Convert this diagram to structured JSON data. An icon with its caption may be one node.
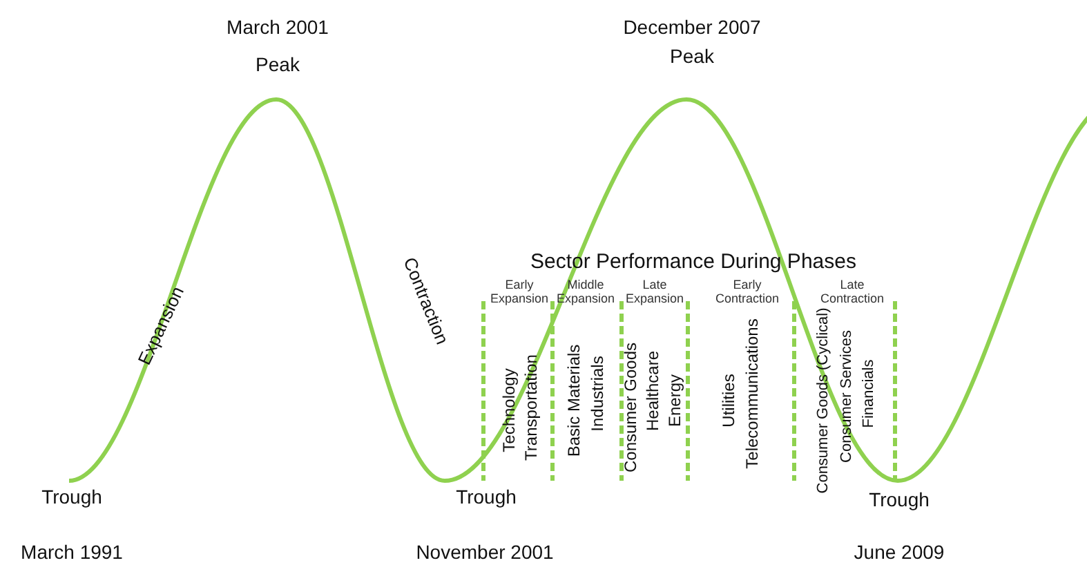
{
  "diagram": {
    "title": "Sector Performance During Phases",
    "labels": [
      "March 2001",
      "Peak",
      "December 2007",
      "Peak",
      "Expansion",
      "Contraction",
      "Early Expansion",
      "Middle Expansion",
      "Late Expansion",
      "Early Contraction",
      "Late Contraction",
      "Technology",
      "Transportation",
      "Basic Materials",
      "Industrials",
      "Consumer Goods",
      "Healthcare",
      "Energy",
      "Utilities",
      "Telecommunications",
      "Consumer Goods (Cyclical)",
      "Consumer Services",
      "Financials",
      "Trough",
      "Trough",
      "Trough",
      "March 1991",
      "November 2001",
      "June 2009"
    ]
  }
}
